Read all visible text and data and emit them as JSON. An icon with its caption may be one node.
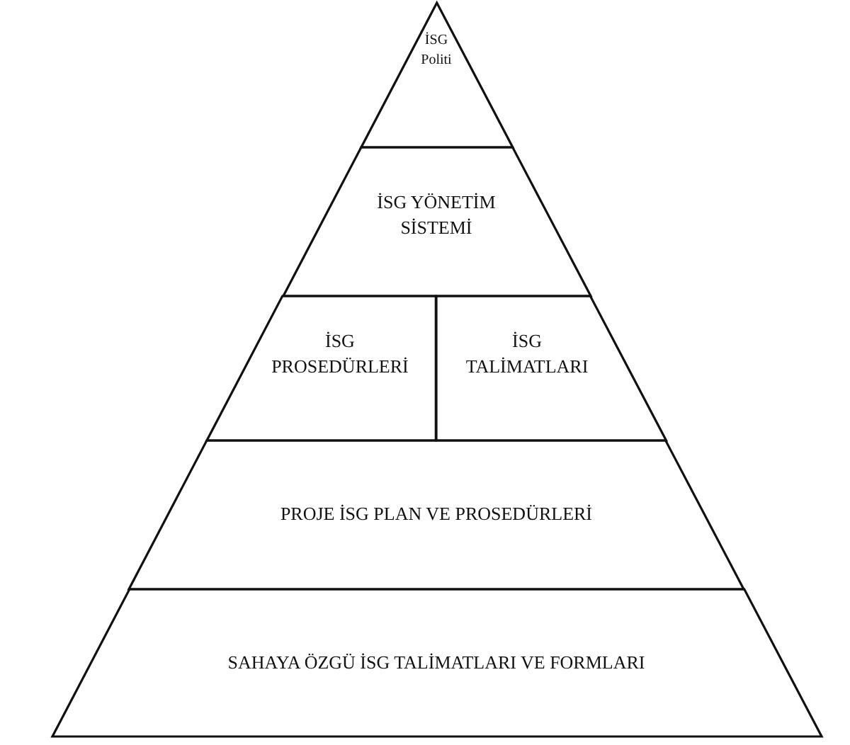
{
  "diagram": {
    "nodes": [
      {
        "text": [
          "İSG Politi"
        ]
      },
      {
        "text": [
          "İSG YÖNETİM SİSTEMİ"
        ]
      },
      {
        "text": [
          "İSG PROSEDÜRLERİ"
        ]
      },
      {
        "text": [
          "İSG TALİMATLARI"
        ]
      },
      {
        "text": [
          "PROJE İSG PLAN VE PROSEDÜRLERİ"
        ]
      },
      {
        "text": [
          "SAHAYA ÖZGÜ İSG TALİMATLARI VE FORMLARI"
        ]
      }
    ]
  }
}
